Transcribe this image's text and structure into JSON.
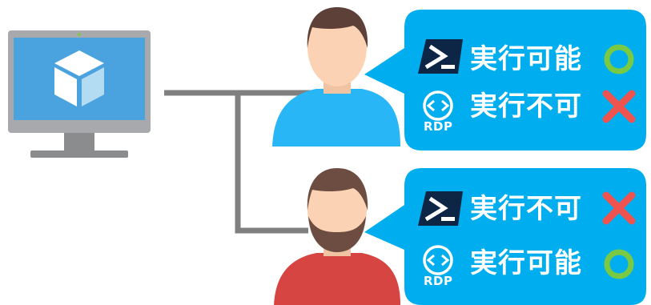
{
  "users": [
    {
      "rows": [
        {
          "tool_icon": "powershell-icon",
          "label": "実行可能",
          "status": "allowed",
          "status_icon": "circle-icon"
        },
        {
          "tool_icon": "rdp-icon",
          "tool_text": "RDP",
          "label": "実行不可",
          "status": "denied",
          "status_icon": "cross-icon"
        }
      ]
    },
    {
      "rows": [
        {
          "tool_icon": "powershell-icon",
          "label": "実行不可",
          "status": "denied",
          "status_icon": "cross-icon"
        },
        {
          "tool_icon": "rdp-icon",
          "tool_text": "RDP",
          "label": "実行可能",
          "status": "allowed",
          "status_icon": "circle-icon"
        }
      ]
    }
  ],
  "colors": {
    "bubble": "#00aeef",
    "allowed": "#7ac943",
    "denied": "#ef5350",
    "connector": "#808080",
    "monitor_frame": "#a7a9ac",
    "monitor_screen": "#4aa3df",
    "shirt_user1": "#29b6f6",
    "shirt_user2": "#d64541"
  }
}
